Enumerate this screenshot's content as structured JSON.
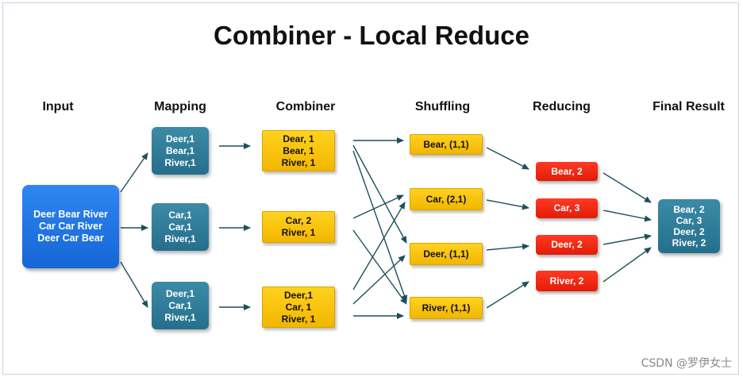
{
  "title": "Combiner - Local Reduce",
  "columns": {
    "input": "Input",
    "mapping": "Mapping",
    "combiner": "Combiner",
    "shuffling": "Shuffling",
    "reducing": "Reducing",
    "final": "Final Result"
  },
  "input_lines": [
    "Deer Bear River",
    "Car Car River",
    "Deer Car Bear"
  ],
  "mapping": [
    [
      "Deer,1",
      "Bear,1",
      "River,1"
    ],
    [
      "Car,1",
      "Car,1",
      "River,1"
    ],
    [
      "Deer,1",
      "Car,1",
      "River,1"
    ]
  ],
  "combiner": [
    [
      "Dear, 1",
      "Bear, 1",
      "River, 1"
    ],
    [
      "Car, 2",
      "River, 1"
    ],
    [
      "Deer,1",
      "Car, 1",
      "River, 1"
    ]
  ],
  "shuffling": [
    "Bear, (1,1)",
    "Car, (2,1)",
    "Deer, (1,1)",
    "River, (1,1)"
  ],
  "reducing": [
    "Bear, 2",
    "Car, 3",
    "Deer, 2",
    "River, 2"
  ],
  "final_result": [
    "Bear, 2",
    "Car, 3",
    "Deer, 2",
    "River, 2"
  ],
  "colors": {
    "input": "#1a6fe0",
    "mapping": "#2b7895",
    "combiner": "#ffc80a",
    "shuffling": "#fff200",
    "reducing": "#f52a12",
    "arrow": "#1d4f5c"
  },
  "watermark": "CSDN @罗伊女士"
}
